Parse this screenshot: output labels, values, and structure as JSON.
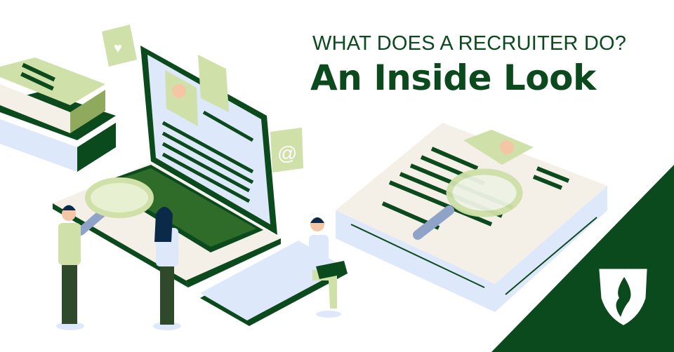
{
  "header": {
    "subtitle": "WHAT DOES A RECRUITER DO?",
    "title": "An Inside Look"
  },
  "logo": {
    "name": "shield-torch-logo"
  },
  "colors": {
    "brand_green": "#0b4a1d",
    "light_green": "#cfe0a8",
    "pale_blue": "#dde8fb",
    "cream": "#f4efe7"
  }
}
